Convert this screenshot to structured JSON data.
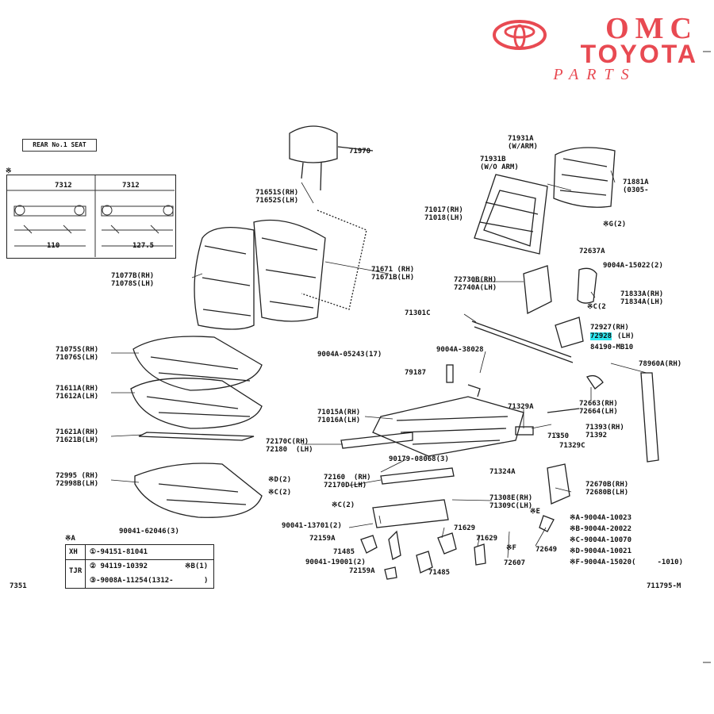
{
  "logo": {
    "line1": "OMC",
    "line2": "TOYOTA",
    "line3": "PARTS",
    "brand_color": "#e84a52"
  },
  "inset": {
    "title": "REAR No.1 SEAT",
    "prefix": "※",
    "col1": "7312",
    "col2": "7312",
    "dim1": "110",
    "dim2": "127.5"
  },
  "labels": {
    "p71970": "71970",
    "p71651": "71651S(RH)\n71652S(LH)",
    "p71077": "71077B(RH)\n71078S(LH)",
    "p71671": "71671 (RH)\n71671B(LH)",
    "p71075": "71075S(RH)\n71076S(LH)",
    "p71611": "71611A(RH)\n71612A(LH)",
    "p71621": "71621A(RH)\n71621B(LH)",
    "p72995": "72995 (RH)\n72998B(LH)",
    "p90041a": "90041-62046(3)",
    "p9004a_05": "9004A-05243(17)",
    "p71931a": "71931A\n(W/ARM)",
    "p71931b": "71931B\n(W/O ARM)",
    "p71881": "71881A\n(0305-",
    "p71017": "71017(RH)\n71018(LH)",
    "s2": "※G(2)",
    "p72637": "72637A",
    "p9004a_15": "9004A-15022(2)",
    "p72730": "72730B(RH)\n72740A(LH)",
    "p71833": "71833A(RH)\n71834A(LH)",
    "s_c": "※C(2",
    "p71301": "71301C",
    "p72927": "72927(RH)",
    "p72928": "72928",
    "p72928_side": "(LH)",
    "p84190": "84190-MB10",
    "p9004a_38": "9004A-38028",
    "p79187": "79187",
    "p78960": "78960A(RH)",
    "p72663": "72663(RH)\n72664(LH)",
    "p71015": "71015A(RH)\n71016A(LH)",
    "p71329a": "71329A",
    "p71393": "71393(RH)\n71392",
    "p71350": "71350",
    "p71329c": "71329C",
    "p72170c": "72170C(RH)\n72180  (LH)",
    "p90179": "90179-08068(3)",
    "p71324": "71324A",
    "p72160": "72160  (RH)\n72170D(LH)",
    "p72670": "72670B(RH)\n72680B(LH)",
    "s_d2": "※D(2)",
    "s_c2": "※C(2)",
    "p71308": "71308E(RH)\n71309C(LH)",
    "s_c3": "※C(2)",
    "p90041_13": "90041-13701(2)",
    "p72159": "72159A",
    "p71485": "71485",
    "p90041_19": "90041-19001(2)",
    "p72159b": "72159A",
    "p71485b": "71485",
    "p71629": "71629",
    "p71629b": "71629",
    "p72607": "72607",
    "p72649": "72649",
    "s_f": "※F",
    "legend_a": "※A-9004A-10023",
    "legend_b": "※B-9004A-20022",
    "legend_c": "※C-9004A-10070",
    "legend_d": "※D-9004A-10021",
    "legend_f": "※F-9004A-15020(     -1010)",
    "s_e": "※E",
    "footer_left": "7351",
    "footer_right": "711795-M",
    "table_head": "※A",
    "table_r1_a": "XH",
    "table_r1_b": "①-94151-81041",
    "table_r2_a": "TJR",
    "table_r2_b": "② 94119-10392",
    "table_r2_c": "※B(1)",
    "table_r3_b": "③-9008A-11254(1312-",
    "table_r3_c": ")"
  }
}
